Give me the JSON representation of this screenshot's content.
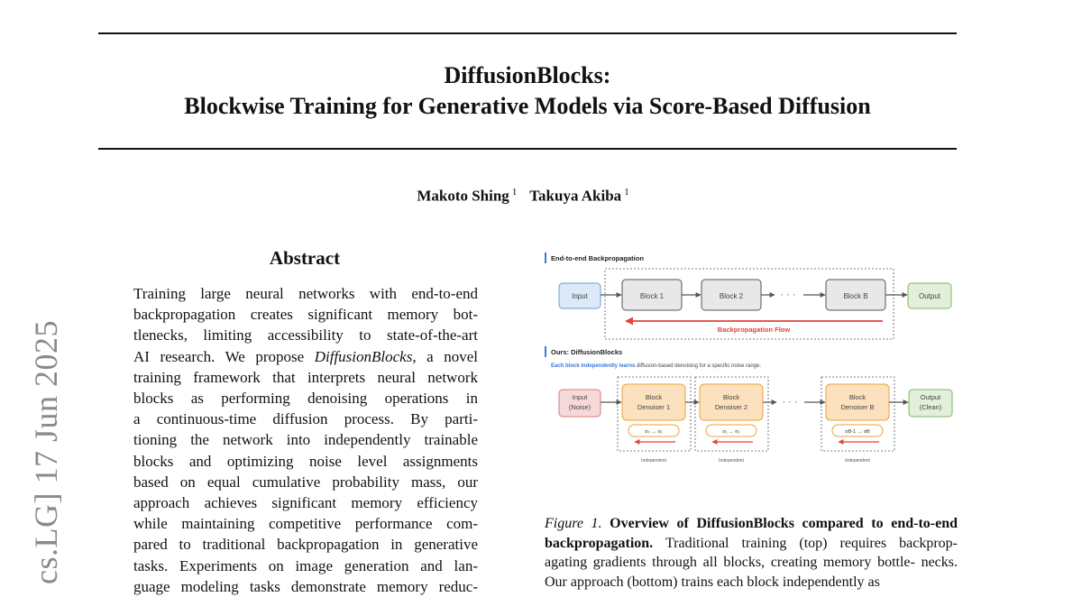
{
  "paper": {
    "title_line1": "DiffusionBlocks:",
    "title_line2": "Blockwise Training for Generative Models via Score-Based Diffusion",
    "authors": [
      {
        "name": "Makoto Shing",
        "affil": "1"
      },
      {
        "name": "Takuya Akiba",
        "affil": "1"
      }
    ],
    "arxiv_stamp": "cs.LG]  17 Jun 2025"
  },
  "abstract": {
    "heading": "Abstract",
    "lines": [
      "Training large neural networks with end-to-end",
      "backpropagation creates significant memory bot-",
      "tlenecks, limiting accessibility to state-of-the-art",
      "AI research. We propose DiffusionBlocks, a novel",
      "training framework that interprets neural network",
      "blocks as performing denoising operations in",
      "a continuous-time diffusion process. By parti-",
      "tioning the network into independently trainable",
      "blocks and optimizing noise level assignments",
      "based on equal cumulative probability mass, our",
      "approach achieves significant memory efficiency",
      "while maintaining competitive performance com-",
      "pared to traditional backpropagation in generative",
      "tasks. Experiments on image generation and lan-",
      "guage modeling tasks demonstrate memory reduc-"
    ]
  },
  "figure": {
    "top_label": "End-to-end Backpropagation",
    "top_nodes": {
      "input": "Input",
      "block1": "Block 1",
      "block2": "Block 2",
      "blockB": "Block B",
      "output": "Output",
      "ellipsis": "· · ·"
    },
    "backprop_label": "Backpropagation Flow",
    "bottom_label": "Ours: DiffusionBlocks",
    "note_bold": "Each block independently learns",
    "note_rest": " diffusion-based denoising for a specific noise range.",
    "bottom_nodes": {
      "input_line1": "Input",
      "input_line2": "(Noise)",
      "den_line1": "Block",
      "den1_line2": "Denoiser 1",
      "den2_line2": "Denoiser 2",
      "denB_line2": "Denoiser B",
      "output_line1": "Output",
      "output_line2": "(Clean)",
      "ellipsis": "· · ·"
    },
    "noise_ranges": [
      "σ₀ → σ₁",
      "σ₁ → σ₂",
      "σB-1 → σB"
    ],
    "independent_label": "Independent",
    "colors": {
      "blue_fill": "#dbe9f8",
      "blue_stroke": "#6a9fd6",
      "gray_fill": "#e8e8e8",
      "gray_stroke": "#555555",
      "green_fill": "#e2f0d9",
      "green_stroke": "#82b366",
      "red_fill": "#f8d9d9",
      "red_stroke": "#d67a7a",
      "orange_fill": "#fbe1bd",
      "orange_stroke": "#e8a33d",
      "backprop_red": "#e0463a",
      "accent_blue": "#3b78d8"
    }
  },
  "caption": {
    "label": "Figure 1.",
    "bold": " Overview of DiffusionBlocks compared to end-to-end backpropagation.",
    "lines": [
      "Traditional training (top) requires backprop-",
      "agating gradients through all blocks, creating memory bottle-",
      "necks. Our approach (bottom) trains each block independently as"
    ]
  }
}
